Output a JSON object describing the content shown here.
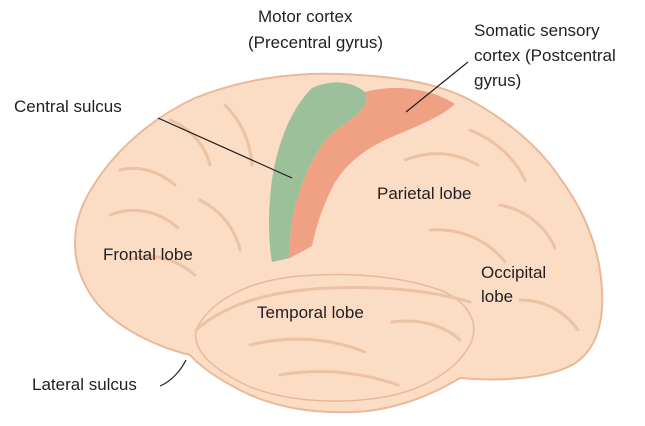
{
  "diagram": {
    "labels": {
      "motor_cortex_line1": "Motor cortex",
      "motor_cortex_line2": "(Precentral gyrus)",
      "somatic_line1": "Somatic sensory",
      "somatic_line2": "cortex (Postcentral",
      "somatic_line3": "gyrus)",
      "central_sulcus": "Central sulcus",
      "parietal_lobe": "Parietal lobe",
      "frontal_lobe": "Frontal lobe",
      "occipital_line1": "Occipital",
      "occipital_line2": "lobe",
      "temporal_lobe": "Temporal lobe",
      "lateral_sulcus": "Lateral sulcus"
    },
    "colors": {
      "brain_fill": "#fbdcc4",
      "brain_outline": "#e9b99a",
      "fold_line": "#ecc2a4",
      "motor_cortex": "#9cc09a",
      "somatic_sensory_cortex": "#f0a183",
      "leader_line": "#231f20",
      "label_text": "#231f20"
    }
  }
}
